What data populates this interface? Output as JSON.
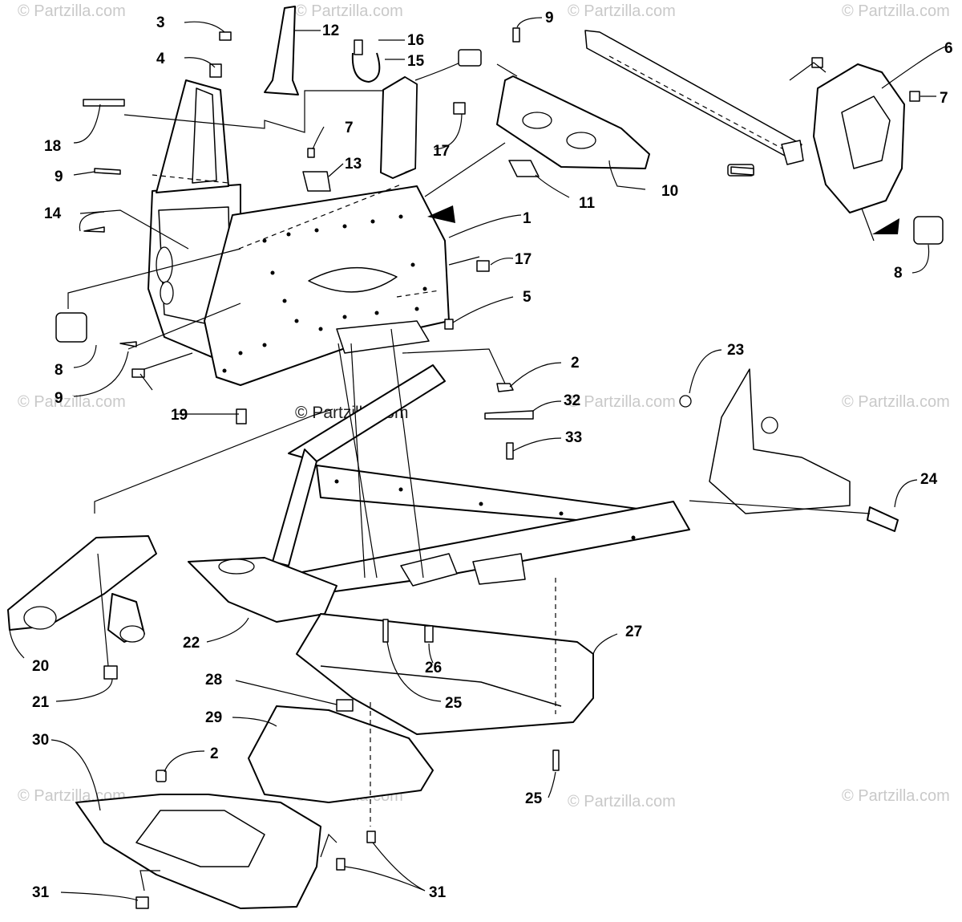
{
  "watermark": {
    "text": "© Partzilla.com"
  },
  "callouts": {
    "c1": "1",
    "c2a": "2",
    "c2b": "2",
    "c3": "3",
    "c4": "4",
    "c5": "5",
    "c6": "6",
    "c7a": "7",
    "c7b": "7",
    "c8a": "8",
    "c8b": "8",
    "c9a": "9",
    "c9b": "9",
    "c9c": "9",
    "c10": "10",
    "c11": "11",
    "c12": "12",
    "c13": "13",
    "c14": "14",
    "c15": "15",
    "c16": "16",
    "c17a": "17",
    "c17b": "17",
    "c18": "18",
    "c19": "19",
    "c20": "20",
    "c21": "21",
    "c22": "22",
    "c23": "23",
    "c24": "24",
    "c25a": "25",
    "c25b": "25",
    "c26": "26",
    "c27": "27",
    "c28": "28",
    "c29": "29",
    "c30": "30",
    "c31a": "31",
    "c31b": "31",
    "c32": "32",
    "c33": "33"
  }
}
